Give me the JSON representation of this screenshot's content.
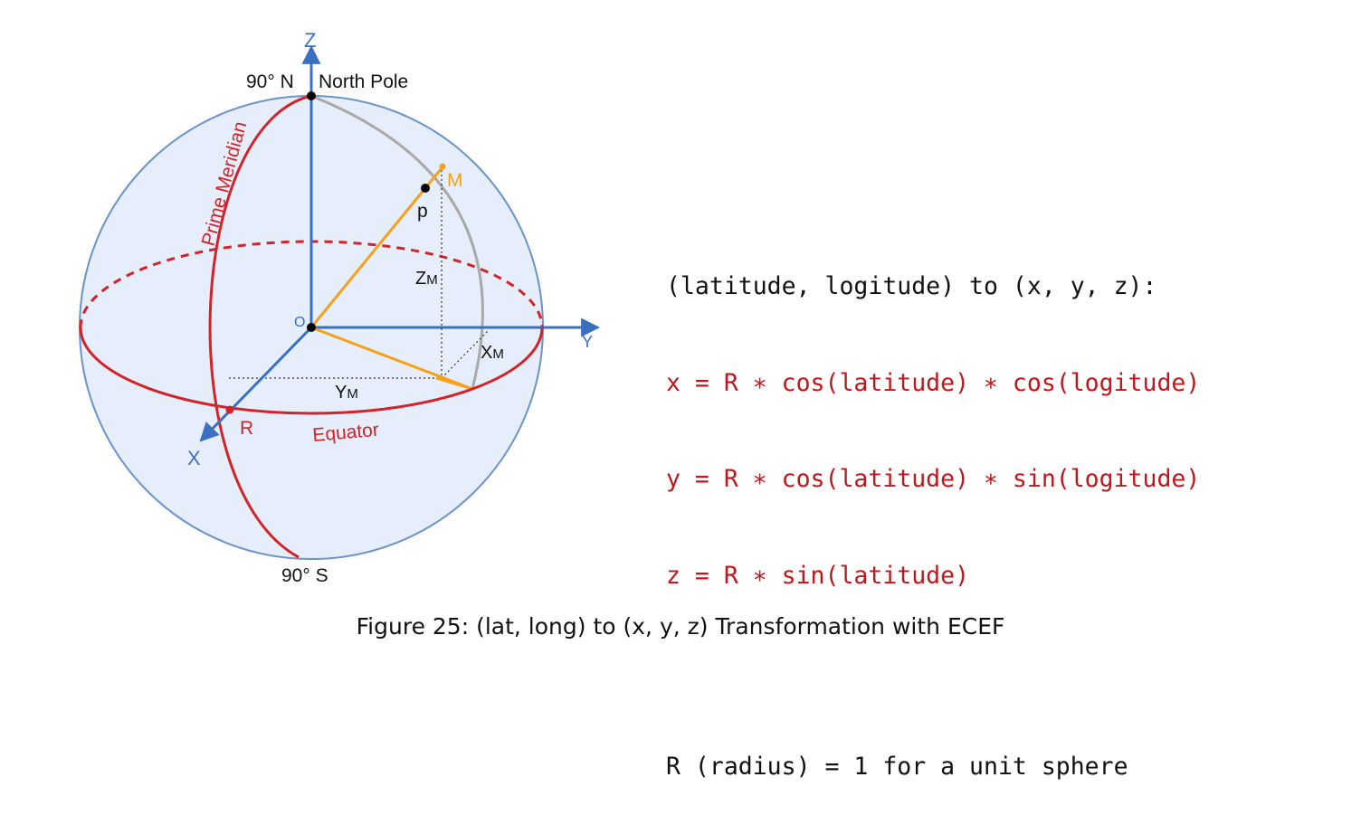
{
  "diagram": {
    "labels": {
      "z_axis": "Z",
      "y_axis": "Y",
      "x_axis": "X",
      "north_lat": "90° N",
      "north_pole": "North Pole",
      "south_lat": "90° S",
      "prime_meridian": "Prime Meridian",
      "equator": "Equator",
      "origin": "O",
      "point_m": "M",
      "point_p": "p",
      "point_r": "R",
      "z_m_main": "Z",
      "z_m_sub": "M",
      "y_m_main": "Y",
      "y_m_sub": "M",
      "x_m_main": "X",
      "x_m_sub": "M"
    },
    "colors": {
      "sphere_fill": "#e6eefb",
      "sphere_outline": "#6b93c8",
      "axis": "#3b6fbf",
      "red": "#d2232a",
      "orange": "#f5a11c",
      "gray_arc": "#a9a9a9",
      "point": "#000000"
    }
  },
  "formula": {
    "header": "(latitude, logitude) to (x, y, z):",
    "x_eq": "x = R ∗ cos(latitude) ∗ cos(logitude)",
    "y_eq": "y = R ∗ cos(latitude) ∗ sin(logitude)",
    "z_eq": "z = R ∗ sin(latitude)",
    "note": "R (radius) = 1 for a unit sphere",
    "header_color": "#111111",
    "eq_color": "#c0161c"
  },
  "caption": "Figure 25: (lat, long) to (x, y, z) Transformation with ECEF"
}
